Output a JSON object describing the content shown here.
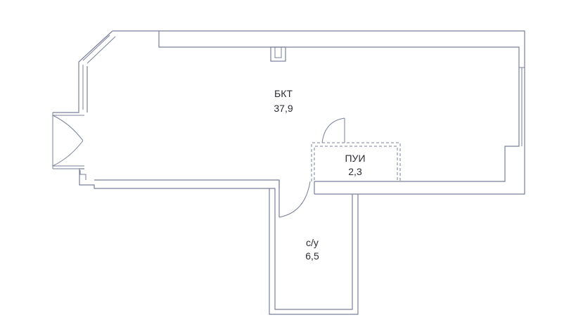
{
  "rooms": [
    {
      "id": "bkt",
      "name": "БКТ",
      "area": "37,9"
    },
    {
      "id": "pui",
      "name": "ПУИ",
      "area": "2,3"
    },
    {
      "id": "wc",
      "name": "с/у",
      "area": "6,5"
    }
  ],
  "colors": {
    "wall": "#7a7f99",
    "text": "#2b2b33",
    "background": "#ffffff"
  }
}
